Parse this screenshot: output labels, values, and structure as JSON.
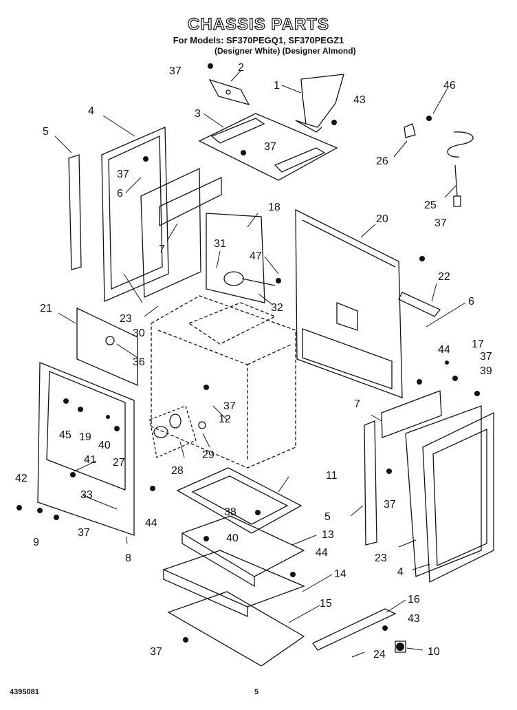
{
  "header": {
    "title": "CHASSIS PARTS",
    "models_line": "For Models: SF370PEGQ1, SF370PEGZ1",
    "variants_line": "(Designer White)  (Designer Almond)"
  },
  "footer": {
    "doc_number": "4395081",
    "page_number": "5"
  },
  "callouts": [
    "1",
    "2",
    "3",
    "4",
    "5",
    "6",
    "7",
    "8",
    "9",
    "10",
    "11",
    "12",
    "13",
    "14",
    "15",
    "16",
    "17",
    "18",
    "19",
    "20",
    "21",
    "22",
    "23",
    "24",
    "25",
    "26",
    "27",
    "28",
    "29",
    "30",
    "31",
    "32",
    "33",
    "36",
    "37",
    "38",
    "39",
    "40",
    "41",
    "42",
    "43",
    "44",
    "45",
    "46",
    "47"
  ],
  "callout_labels": {
    "c1": "1",
    "c2": "2",
    "c3": "3",
    "c4a": "4",
    "c4b": "4",
    "c5a": "5",
    "c5b": "5",
    "c6a": "6",
    "c6b": "6",
    "c7a": "7",
    "c7b": "7",
    "c8": "8",
    "c9": "9",
    "c10": "10",
    "c11": "11",
    "c12": "12",
    "c13": "13",
    "c14": "14",
    "c15": "15",
    "c16": "16",
    "c17": "17",
    "c18": "18",
    "c19": "19",
    "c20": "20",
    "c21": "21",
    "c22": "22",
    "c23a": "23",
    "c23b": "23",
    "c24": "24",
    "c25": "25",
    "c26": "26",
    "c27": "27",
    "c28": "28",
    "c29": "29",
    "c30": "30",
    "c31": "31",
    "c32": "32",
    "c33": "33",
    "c36": "36",
    "c37a": "37",
    "c37b": "37",
    "c37c": "37",
    "c37d": "37",
    "c37e": "37",
    "c37f": "37",
    "c37g": "37",
    "c37h": "37",
    "c37i": "37",
    "c38": "38",
    "c39": "39",
    "c40a": "40",
    "c40b": "40",
    "c41": "41",
    "c42": "42",
    "c43a": "43",
    "c43b": "43",
    "c44a": "44",
    "c44b": "44",
    "c44c": "44",
    "c45": "45",
    "c46": "46",
    "c47": "47"
  }
}
